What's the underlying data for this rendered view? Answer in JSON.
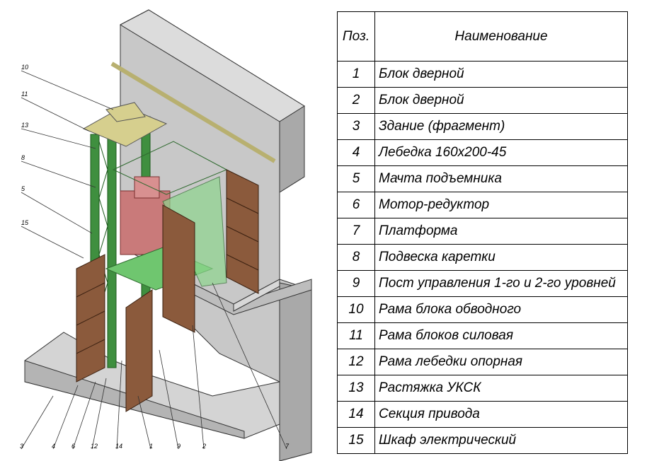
{
  "table": {
    "col_pos": "Поз.",
    "col_name": "Наименование",
    "rows": [
      {
        "pos": "1",
        "name": "Блок дверной"
      },
      {
        "pos": "2",
        "name": "Блок дверной"
      },
      {
        "pos": "3",
        "name": "Здание (фрагмент)"
      },
      {
        "pos": "4",
        "name": "Лебедка 160х200-45"
      },
      {
        "pos": "5",
        "name": "Мачта подъемника"
      },
      {
        "pos": "6",
        "name": "Мотор-редуктор"
      },
      {
        "pos": "7",
        "name": "Платформа"
      },
      {
        "pos": "8",
        "name": "Подвеска каретки"
      },
      {
        "pos": "9",
        "name": "Пост управления 1-го и 2-го уровней"
      },
      {
        "pos": "10",
        "name": "Рама блока обводного"
      },
      {
        "pos": "11",
        "name": "Рама блоков силовая"
      },
      {
        "pos": "12",
        "name": "Рама лебедки опорная"
      },
      {
        "pos": "13",
        "name": "Растяжка УКСК"
      },
      {
        "pos": "14",
        "name": "Секция привода"
      },
      {
        "pos": "15",
        "name": "Шкаф электрический"
      }
    ]
  },
  "callouts": [
    "10",
    "11",
    "13",
    "8",
    "5",
    "15",
    "3",
    "4",
    "6",
    "12",
    "14",
    "1",
    "9",
    "2",
    "7"
  ],
  "colors": {
    "concrete": "#c8c8c8",
    "concrete_dark": "#a9a9a9",
    "mast": "#3f8f3f",
    "platform": "#6fc66f",
    "door": "#8b5a3c",
    "carriage": "#c97a7a",
    "frame": "#b8b070"
  }
}
